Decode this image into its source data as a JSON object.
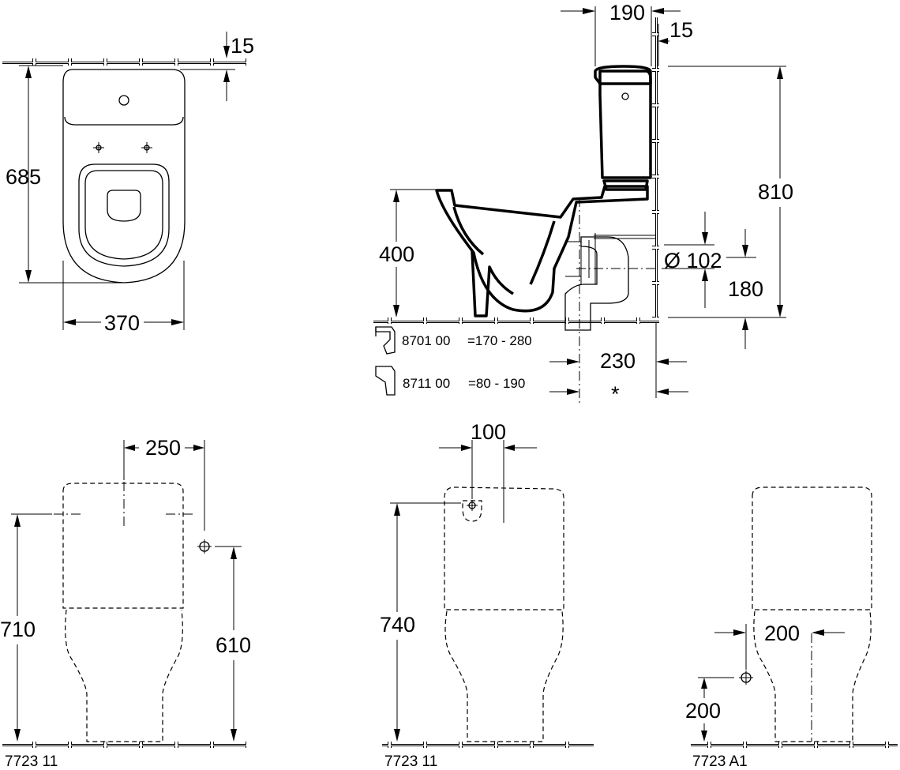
{
  "top_view": {
    "dim_width": "370",
    "dim_depth": "685",
    "dim_wall_gap": "15"
  },
  "side_view": {
    "dim_tank_depth": "190",
    "dim_wall_gap": "15",
    "dim_total_height": "810",
    "dim_bowl_height": "400",
    "dim_pipe_diameter": "Ø 102",
    "dim_outlet_height": "180",
    "dim_outlet_distance": "230",
    "asterisk": "*",
    "accessories": [
      {
        "code": "8701 00",
        "range": "=170 - 280"
      },
      {
        "code": "8711 00",
        "range": "=80 - 190"
      }
    ]
  },
  "front_views": [
    {
      "code": "7723 11",
      "dim_spacing": "250",
      "dim_height_left": "710",
      "dim_height_right": "610"
    },
    {
      "code": "7723 11",
      "dim_spacing": "100",
      "dim_height": "740"
    },
    {
      "code": "7723 A1",
      "dim_offset": "200",
      "dim_height": "200"
    }
  ]
}
